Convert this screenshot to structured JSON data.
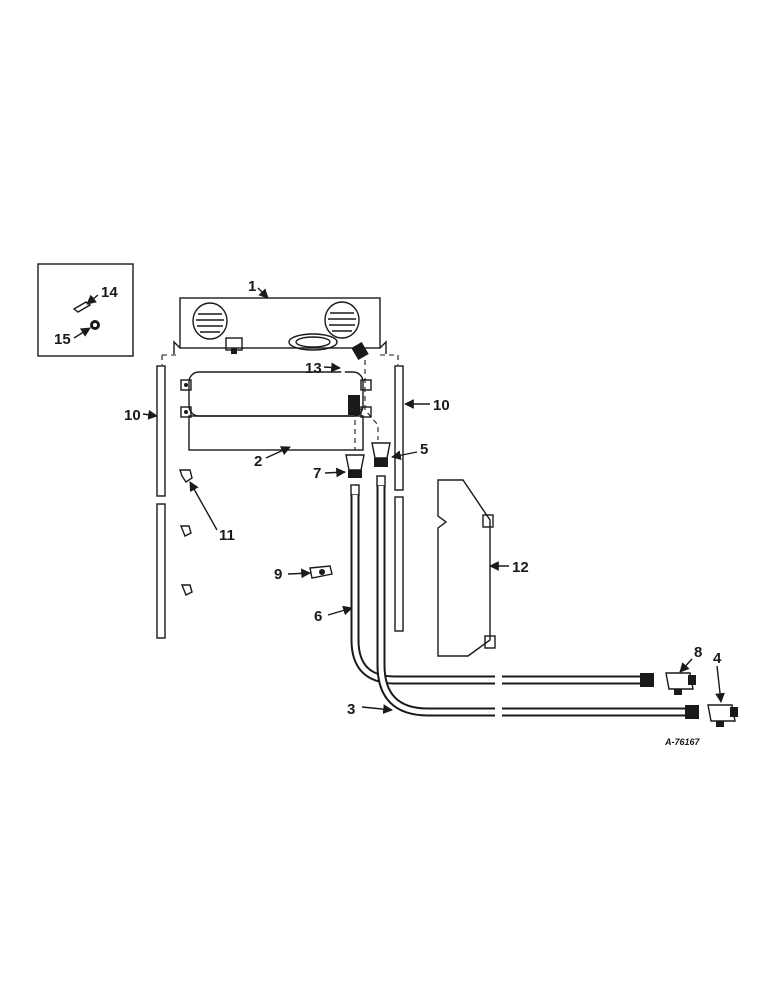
{
  "callouts": {
    "c1": "1",
    "c2": "2",
    "c3": "3",
    "c4": "4",
    "c5": "5",
    "c6": "6",
    "c7": "7",
    "c8": "8",
    "c9": "9",
    "c10a": "10",
    "c10b": "10",
    "c11": "11",
    "c12": "12",
    "c13": "13",
    "c14": "14",
    "c15": "15"
  },
  "reference_number": "A-76167"
}
